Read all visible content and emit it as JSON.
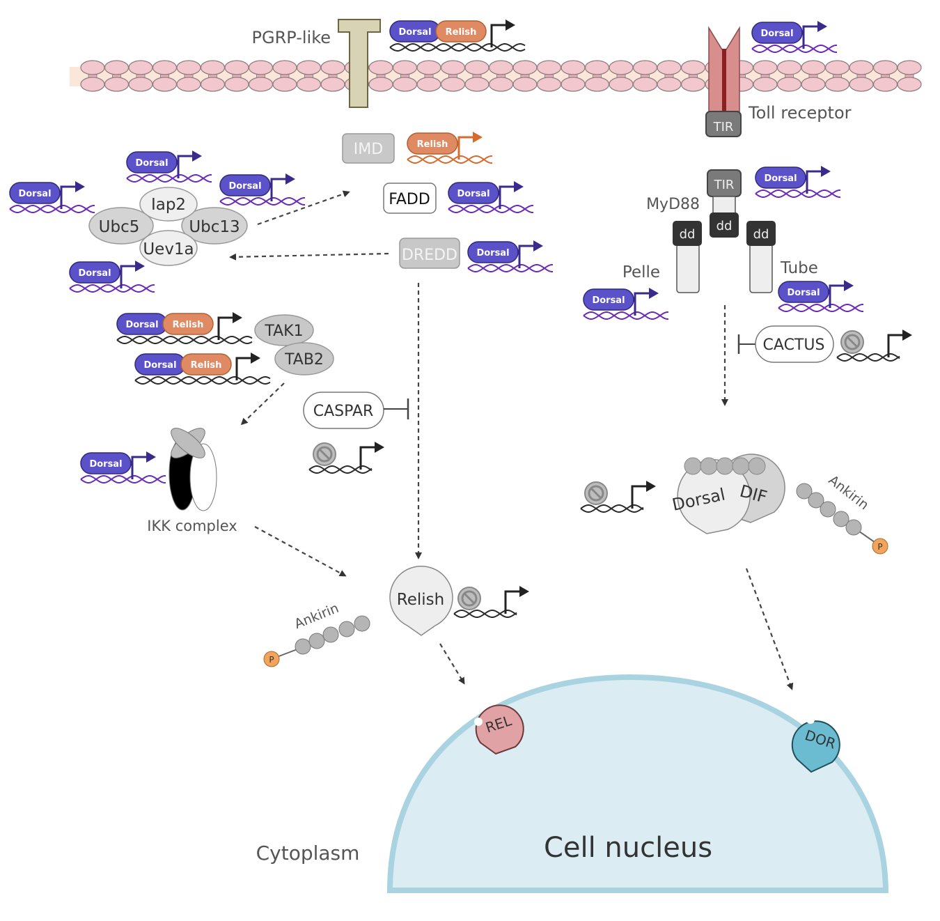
{
  "title": "Drosophila IMD and Toll signaling pathways",
  "colors": {
    "dorsal": "#5b52c9",
    "relish": "#e08a63",
    "relish_dna": "#d86a2a",
    "dna_purple": "#6a2bb8",
    "dna_black": "#2b2b2b",
    "membrane_lipid": "#f2c7cd",
    "membrane_core": "#fbe6da",
    "toll": "#d98e8e",
    "nucleus": "#dbedf3",
    "nucleus_border": "#a9d3e1",
    "rel": "#e0a2a4",
    "dor": "#6bbcd0",
    "phospho": "#f2a45a"
  },
  "labels": {
    "pgrp": "PGRP-like",
    "toll_receptor": "Toll receptor",
    "tir": "TIR",
    "imd": "IMD",
    "fadd": "FADD",
    "dredd": "DREDD",
    "iap2": "Iap2",
    "ubc5": "Ubc5",
    "ubc13": "Ubc13",
    "uev1a": "Uev1a",
    "tak1": "TAK1",
    "tab2": "TAB2",
    "caspar": "CASPAR",
    "ikk": "IKK complex",
    "relish_protein": "Relish",
    "ankirin": "Ankirin",
    "phospho": "P",
    "rel": "REL",
    "myd88": "MyD88",
    "dd": "dd",
    "pelle": "Pelle",
    "tube": "Tube",
    "cactus": "CACTUS",
    "dorsal_protein": "Dorsal",
    "dif": "DIF",
    "dor": "DOR",
    "cytoplasm": "Cytoplasm",
    "nucleus": "Cell nucleus"
  },
  "tf": {
    "dorsal": "Dorsal",
    "relish": "Relish"
  }
}
